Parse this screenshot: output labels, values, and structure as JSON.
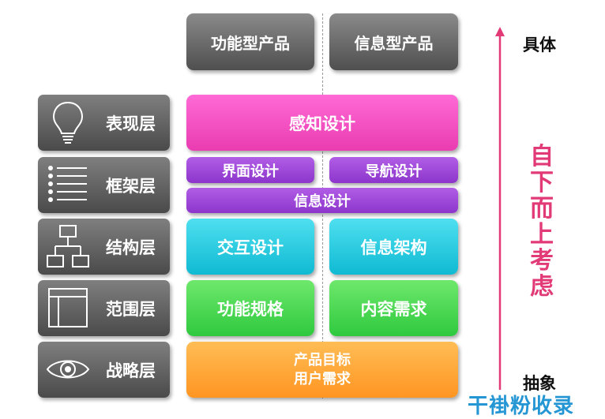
{
  "columns": {
    "left": "功能型产品",
    "right": "信息型产品"
  },
  "layers": [
    {
      "label": "表现层",
      "icon": "lightbulb-icon"
    },
    {
      "label": "框架层",
      "icon": "list-icon"
    },
    {
      "label": "结构层",
      "icon": "hierarchy-icon"
    },
    {
      "label": "范围层",
      "icon": "layout-icon"
    },
    {
      "label": "战略层",
      "icon": "eye-icon"
    }
  ],
  "blocks": {
    "perception": "感知设计",
    "interface": "界面设计",
    "navigation": "导航设计",
    "information": "信息设计",
    "interaction": "交互设计",
    "info_arch": "信息架构",
    "func_spec": "功能规格",
    "content_req": "内容需求",
    "objectives_1": "产品目标",
    "objectives_2": "用户需求"
  },
  "axis": {
    "top": "具体",
    "bottom": "抽象",
    "middle": "自下而上考虑",
    "arrow_color": "#e23a77"
  },
  "watermark": "干褂粉收录",
  "colors": {
    "pink": "#f24fbf",
    "purple": "#9a43d6",
    "cyan": "#17c6dd",
    "green": "#3fd457",
    "orange": "#ffa033",
    "gray": "#666666"
  }
}
